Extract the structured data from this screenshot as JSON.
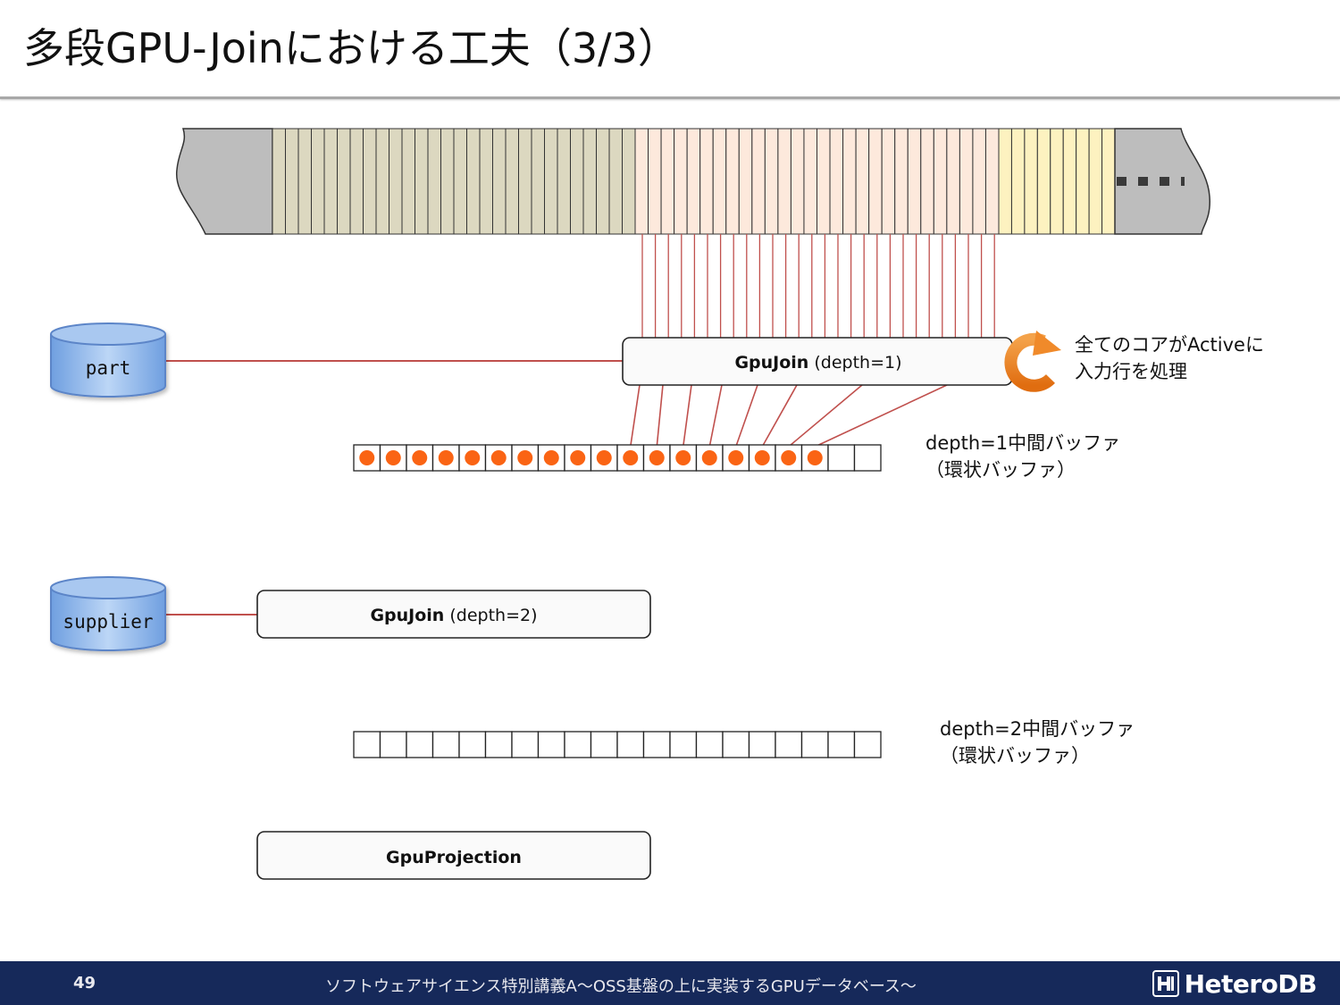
{
  "slide": {
    "title": "多段GPU-Joinにおける工夫（3/3）"
  },
  "databases": [
    {
      "id": "part",
      "label": "part"
    },
    {
      "id": "supplier",
      "label": "supplier"
    }
  ],
  "stages": [
    {
      "id": "gpujoin-1",
      "name": "GpuJoin",
      "param": " (depth=1)"
    },
    {
      "id": "gpujoin-2",
      "name": "GpuJoin",
      "param": " (depth=2)"
    },
    {
      "id": "gpuprojection",
      "name": "GpuProjection",
      "param": ""
    }
  ],
  "active_note": {
    "line1": "全てのコアがActiveに",
    "line2": "入力行を処理"
  },
  "buffers": [
    {
      "id": "depth1",
      "line1": "depth=1中間バッファ",
      "line2": "（環状バッファ）",
      "cells": 20,
      "filled": 18
    },
    {
      "id": "depth2",
      "line1": "depth=2中間バッファ",
      "line2": "（環状バッファ）",
      "cells": 20,
      "filled": 0
    }
  ],
  "colors": {
    "table_grey": "#bdbdbd",
    "block_khaki": "#dcd8c0",
    "block_peach": "#fde9dc",
    "block_yellow": "#fdf2c0",
    "thread_line": "#c0504d",
    "dot_orange": "#fa6414",
    "db_blue": "#8db4e2",
    "footer_navy": "#16295a"
  },
  "footer": {
    "page_number": "49",
    "text": "ソフトウェアサイエンス特別講義A～OSS基盤の上に実装するGPUデータベース～",
    "brand": "HeteroDB",
    "brand_icon": "heterodb-logo-icon"
  }
}
